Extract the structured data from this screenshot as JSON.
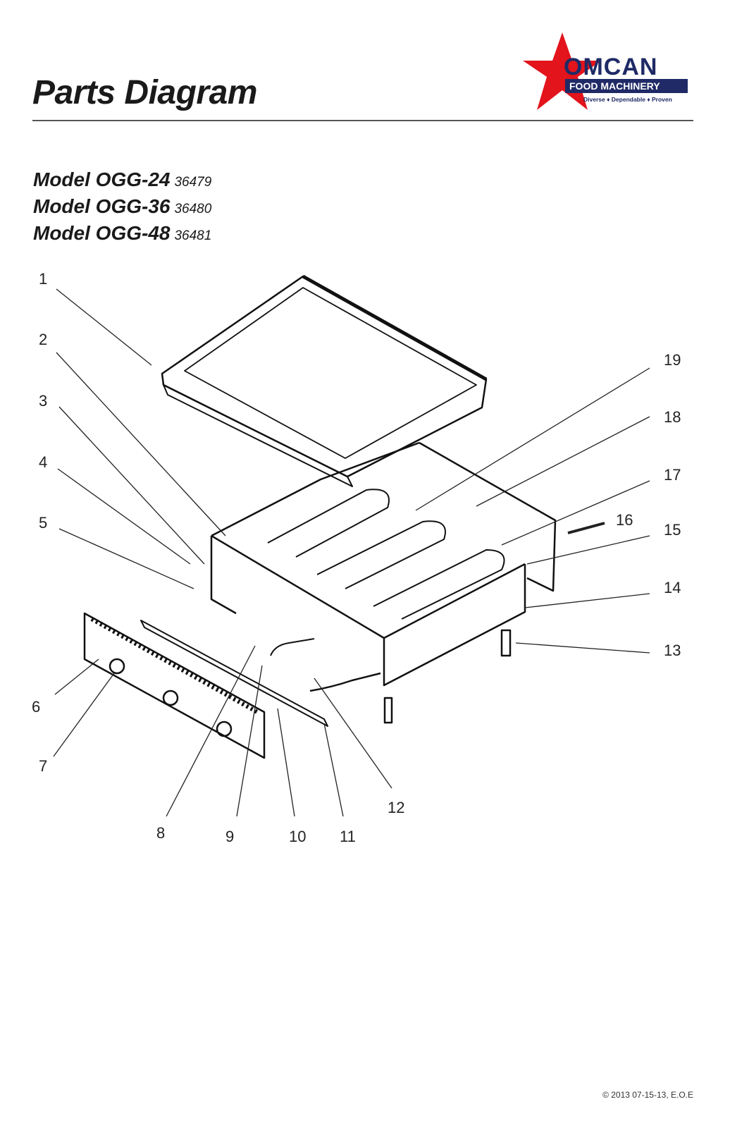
{
  "header": {
    "title": "Parts Diagram"
  },
  "logo": {
    "brand": "OMCAN",
    "subtitle": "FOOD MACHINERY",
    "tagline": "Diverse ♦ Dependable ♦ Proven",
    "star_color": "#e3141b",
    "banner_color": "#1f2a66"
  },
  "models": [
    {
      "name": "Model OGG-24",
      "code": "36479"
    },
    {
      "name": "Model OGG-36",
      "code": "36480"
    },
    {
      "name": "Model OGG-48",
      "code": "36481"
    }
  ],
  "callouts": [
    "1",
    "2",
    "3",
    "4",
    "5",
    "6",
    "7",
    "8",
    "9",
    "10",
    "11",
    "12",
    "13",
    "14",
    "15",
    "16",
    "17",
    "18",
    "19"
  ],
  "footer": {
    "copyright": "© 2013 07-15-13, E.O.E"
  }
}
